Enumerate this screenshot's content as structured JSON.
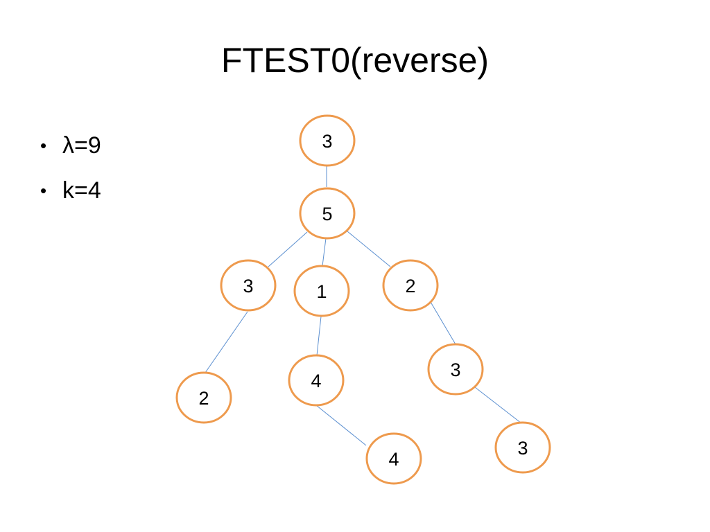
{
  "slide": {
    "title": "FTEST0(reverse)",
    "bullets": [
      "λ=9",
      "k=4"
    ]
  },
  "tree": {
    "node_stroke_color": "#ee9a4d",
    "edge_color": "#5b8fd0",
    "nodes": [
      {
        "id": "n0",
        "label": "3"
      },
      {
        "id": "n1",
        "label": "5"
      },
      {
        "id": "n2",
        "label": "3"
      },
      {
        "id": "n3",
        "label": "1"
      },
      {
        "id": "n4",
        "label": "2"
      },
      {
        "id": "n5",
        "label": "2"
      },
      {
        "id": "n6",
        "label": "4"
      },
      {
        "id": "n7",
        "label": "3"
      },
      {
        "id": "n8",
        "label": "4"
      },
      {
        "id": "n9",
        "label": "3"
      }
    ],
    "edges": [
      [
        "n0",
        "n1"
      ],
      [
        "n1",
        "n2"
      ],
      [
        "n1",
        "n3"
      ],
      [
        "n1",
        "n4"
      ],
      [
        "n2",
        "n5"
      ],
      [
        "n3",
        "n6"
      ],
      [
        "n4",
        "n7"
      ],
      [
        "n6",
        "n8"
      ],
      [
        "n7",
        "n9"
      ]
    ]
  }
}
